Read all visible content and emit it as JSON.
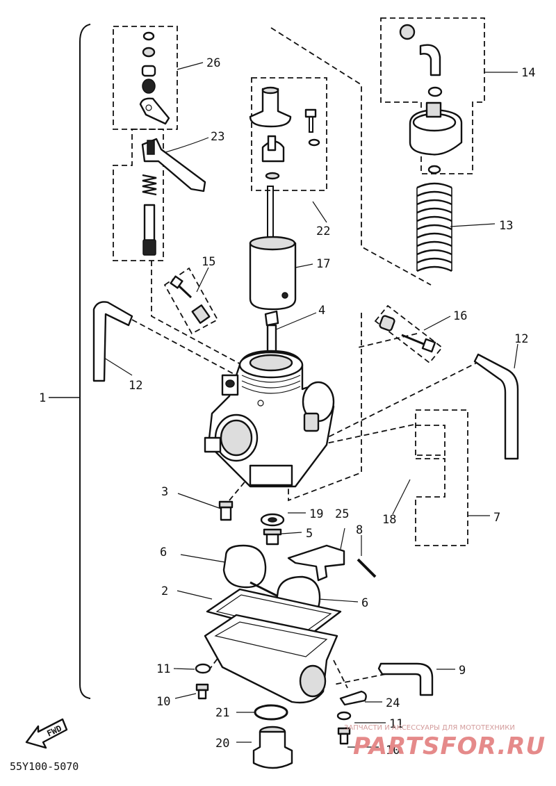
{
  "diagram": {
    "part_number_code": "55Y100-5070",
    "fwd_label": "FWD",
    "callouts": {
      "c1": "1",
      "c2": "2",
      "c3": "3",
      "c4": "4",
      "c5": "5",
      "c6a": "6",
      "c6b": "6",
      "c7": "7",
      "c8": "8",
      "c9": "9",
      "c10a": "10",
      "c10b": "10",
      "c11a": "11",
      "c11b": "11",
      "c12a": "12",
      "c12b": "12",
      "c13": "13",
      "c14": "14",
      "c15": "15",
      "c16": "16",
      "c17": "17",
      "c18": "18",
      "c19": "19",
      "c20": "20",
      "c21": "21",
      "c22": "22",
      "c23": "23",
      "c24": "24",
      "c25": "25",
      "c26": "26"
    }
  },
  "watermark": {
    "subtitle": "ЗАПЧАСТИ И АКСЕССУАРЫ ДЛЯ МОТОТЕХНИКИ",
    "brand": "PARTSFOR.RU",
    "color": "#e58a8a"
  }
}
